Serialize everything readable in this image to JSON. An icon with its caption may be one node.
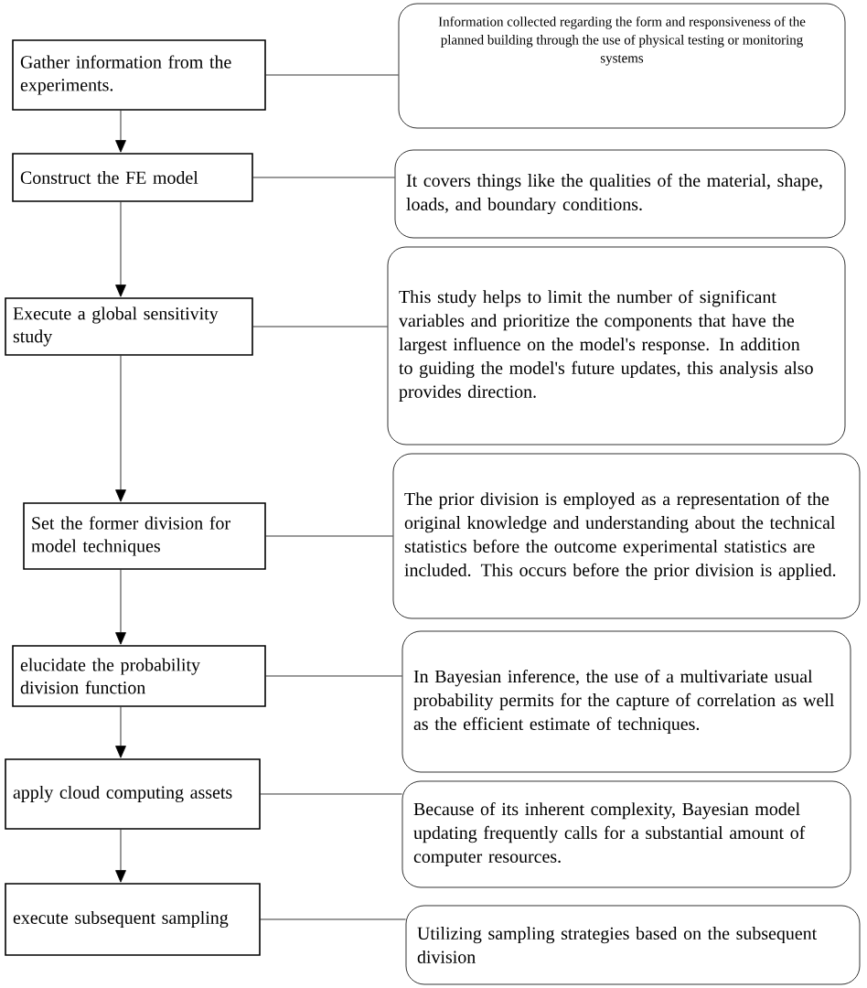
{
  "diagram": {
    "nodes": [
      {
        "text": [
          "Gather information from the experiments."
        ]
      },
      {
        "text": [
          "Information collected regarding the form and responsiveness of the planned building through the use of physical testing or monitoring systems"
        ]
      },
      {
        "text": [
          "Construct the FE model"
        ]
      },
      {
        "text": [
          "It covers things like the qualities of the material, shape, loads, and boundary conditions."
        ]
      },
      {
        "text": [
          "Execute a global sensitivity study"
        ]
      },
      {
        "text": [
          "This study helps to limit the number of significant variables and prioritize the components that have the largest influence on the model's response. In addition to guiding the model's future updates, this analysis also provides direction."
        ]
      },
      {
        "text": [
          "Set the former division for model techniques"
        ]
      },
      {
        "text": [
          "The prior division is employed as a representation of the original knowledge and understanding about the technical statistics before the outcome experimental statistics are included. This occurs before the prior division is applied."
        ]
      },
      {
        "text": [
          "elucidate the probability division function"
        ]
      },
      {
        "text": [
          "In Bayesian inference, the use of a multivariate usual probability permits for the capture of correlation as well as the efficient estimate of techniques."
        ]
      },
      {
        "text": [
          "apply cloud computing assets"
        ]
      },
      {
        "text": [
          "Because of its inherent complexity, Bayesian model updating frequently calls for a substantial amount of computer resources."
        ]
      },
      {
        "text": [
          "execute subsequent sampling"
        ]
      },
      {
        "text": [
          "Utilizing sampling strategies based on the subsequent division"
        ]
      }
    ],
    "edges": [
      {
        "from": 0,
        "to": 1,
        "arrow": "none"
      },
      {
        "from": 0,
        "to": 2,
        "arrow": "to"
      },
      {
        "from": 2,
        "to": 3,
        "arrow": "none"
      },
      {
        "from": 2,
        "to": 4,
        "arrow": "to"
      },
      {
        "from": 4,
        "to": 5,
        "arrow": "none"
      },
      {
        "from": 4,
        "to": 6,
        "arrow": "to"
      },
      {
        "from": 6,
        "to": 7,
        "arrow": "none"
      },
      {
        "from": 6,
        "to": 8,
        "arrow": "to"
      },
      {
        "from": 8,
        "to": 9,
        "arrow": "none"
      },
      {
        "from": 8,
        "to": 10,
        "arrow": "to"
      },
      {
        "from": 10,
        "to": 11,
        "arrow": "none"
      },
      {
        "from": 10,
        "to": 12,
        "arrow": "to"
      },
      {
        "from": 12,
        "to": 13,
        "arrow": "none"
      }
    ]
  }
}
